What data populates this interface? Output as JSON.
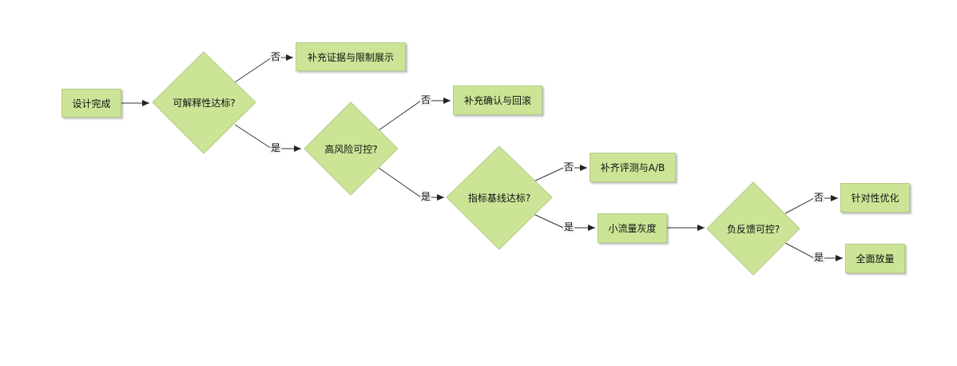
{
  "nodes": {
    "design_done": "设计完成",
    "q_explain": "可解释性达标?",
    "add_evidence": "补充证据与限制展示",
    "q_risk": "高风险可控?",
    "add_confirm": "补充确认与回滚",
    "q_baseline": "指标基线达标?",
    "add_eval": "补齐评测与A/B",
    "small_traffic": "小流量灰度",
    "q_negative": "负反馈可控?",
    "targeted_opt": "针对性优化",
    "full_release": "全面放量"
  },
  "edge_labels": {
    "no_1": "否",
    "yes_1": "是",
    "no_2": "否",
    "yes_2": "是",
    "no_3": "否",
    "yes_3": "是",
    "no_4": "否",
    "yes_4": "是"
  },
  "colors": {
    "node_fill": "#cce496",
    "node_border": "#b4cc86",
    "edge": "#333333",
    "edge_label_bg": "#f2f2f2"
  }
}
